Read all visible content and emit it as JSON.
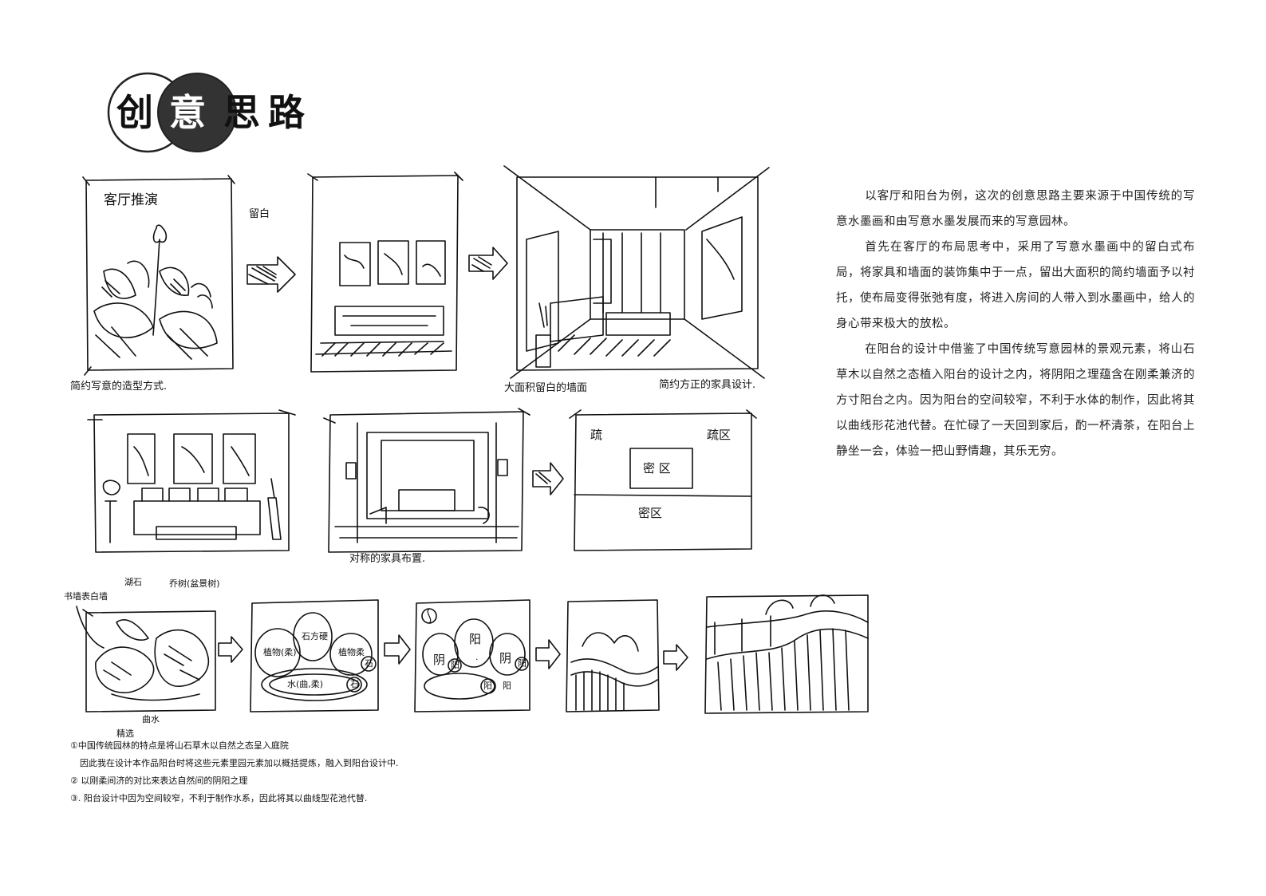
{
  "title": {
    "chars": [
      "创",
      "意",
      "思",
      "路"
    ]
  },
  "sketch_labels": {
    "living_room_lotus": "客厅推演",
    "blank_note": "留白",
    "caption_simple": "简约写意的造型方式.",
    "caption_wall": "大面积留白的墙面",
    "caption_furniture": "简约方正的家具设计.",
    "caption_symmetric": "对称的家具布置.",
    "zone_shu_left": "疏",
    "zone_shu_right": "疏区",
    "zone_mi_center": "密 区",
    "zone_mi_bottom": "密区",
    "garden_wall": "书墙表白墙",
    "garden_rock": "湖石",
    "garden_tree": "乔树(盆景树)",
    "garden_water": "曲水",
    "plan_plants_soft": "植物(柔)",
    "plan_rock_hard": "石方硬",
    "plan_plants_soft2": "植物柔",
    "plan_stone": "石",
    "plan_water": "水(曲,柔)",
    "plan_stone2": "石",
    "yin1": "阴",
    "yang1": "阳",
    "yang2": "阳",
    "yin2": "阴",
    "yang3": "阳",
    "yang4": "阳",
    "yang5": "阳",
    "dot": "."
  },
  "description": {
    "paragraphs": [
      "以客厅和阳台为例，这次的创意思路主要来源于中国传统的写意水墨画和由写意水墨发展而来的写意园林。",
      "首先在客厅的布局思考中，采用了写意水墨画中的留白式布局，将家具和墙面的装饰集中于一点，留出大面积的简约墙面予以衬托，使布局变得张弛有度，将进入房间的人带入到水墨画中，给人的身心带来极大的放松。",
      "在阳台的设计中借鉴了中国传统写意园林的景观元素，将山石草木以自然之态植入阳台的设计之内，将阴阳之理蕴含在刚柔兼济的方寸阳台之内。因为阳台的空间较窄，不利于水体的制作，因此将其以曲线形花池代替。在忙碌了一天回到家后，酌一杯清茶，在阳台上静坐一会，体验一把山野情趣，其乐无穷。"
    ]
  },
  "notes": {
    "line1": "①中国传统园林的特点是将山石草木以自然之态呈入庭院",
    "line1_sup": "精选",
    "line2": "因此我在设计本作品阳台时将这些元素里园元素加以概括提炼，融入到阳台设计中.",
    "line3": "② 以刚柔间济的对比来表达自然间的阴阳之理",
    "line4": "③. 阳台设计中因为空间较窄，不利于制作水系，因此将其以曲线型花池代替."
  }
}
